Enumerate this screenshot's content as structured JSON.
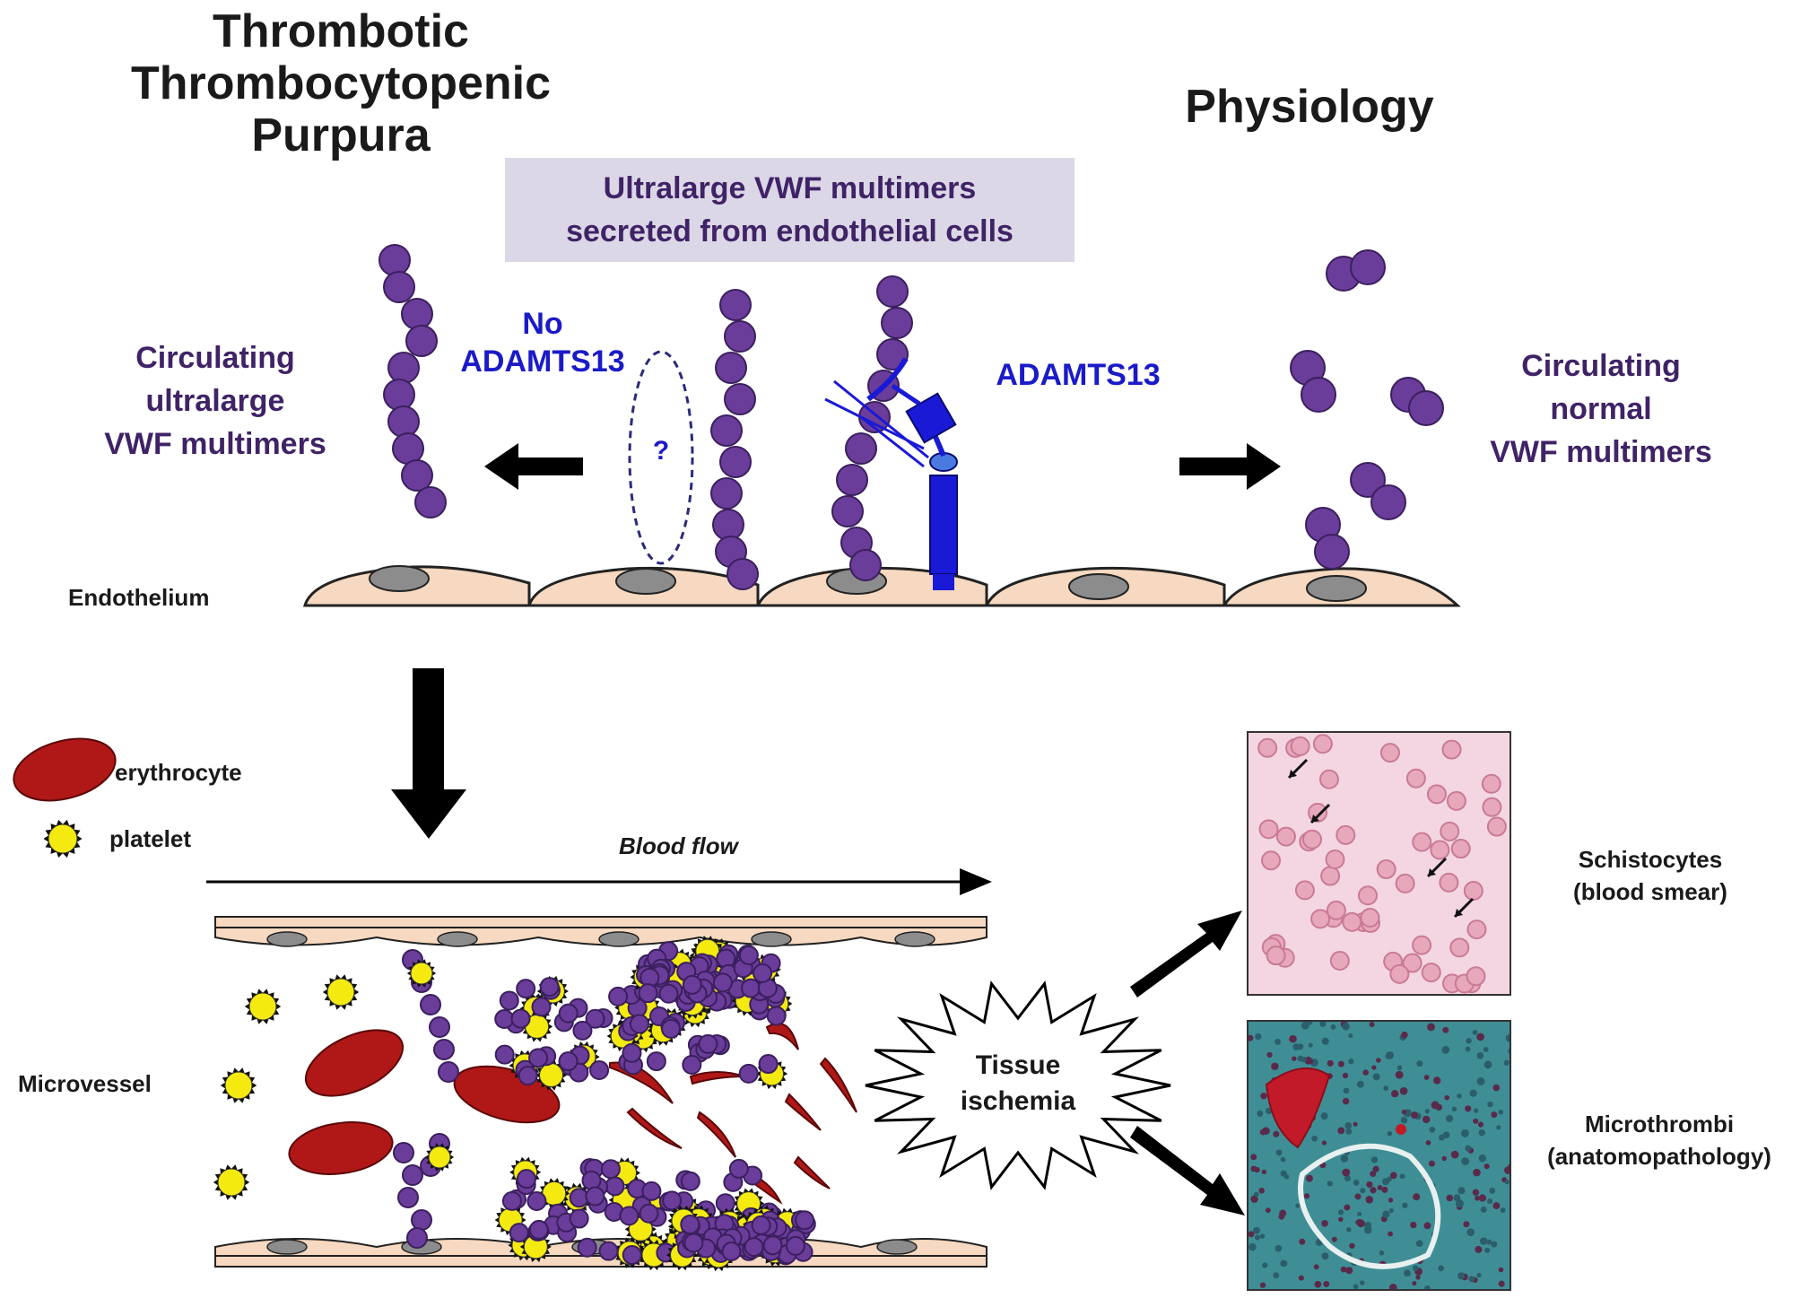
{
  "title": {
    "left": "Thrombotic\nThrombocytopenic\nPurpura",
    "right": "Physiology"
  },
  "banner": "Ultralarge VWF multimers\nsecreted from endothelial cells",
  "labels": {
    "circulating_ultralarge": "Circulating\nultralarge\nVWF multimers",
    "no_adamts13": "No\nADAMTS13",
    "question": "?",
    "adamts13": "ADAMTS13",
    "circulating_normal": "Circulating\nnormal\nVWF multimers",
    "endothelium": "Endothelium",
    "erythrocyte": "erythrocyte",
    "platelet": "platelet",
    "blood_flow": "Blood flow",
    "microvessel": "Microvessel",
    "tissue_ischemia": "Tissue\nischemia",
    "schistocytes": "Schistocytes\n(blood smear)",
    "microthrombi": "Microthrombi\n(anatomopathology)"
  },
  "colors": {
    "vwf": "#6a3d9a",
    "vwf_stroke": "#3b1f5e",
    "adamts13": "#1a1ad6",
    "erythrocyte": "#b01818",
    "platelet": "#f4ea10",
    "endothelial_cell": "#f6d9c0",
    "nucleus": "#8c8c8c",
    "smear_bg": "#f3d6e2",
    "tissue_bg": "#3f8e96"
  }
}
